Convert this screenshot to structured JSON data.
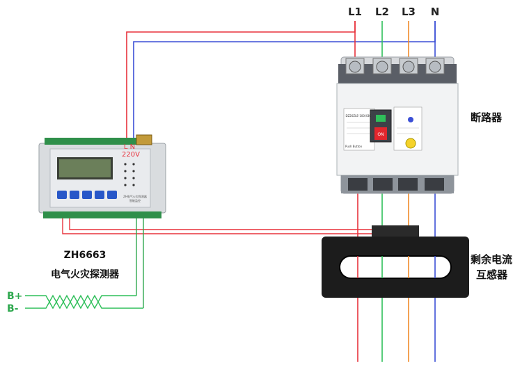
{
  "phases": [
    "L1",
    "L2",
    "L3",
    "N"
  ],
  "breaker": {
    "label": "断路器",
    "on_label": "ON",
    "rating_label": "DZ20ZLE-100/4300",
    "push_label": "Push Button"
  },
  "detector": {
    "model": "ZH6663",
    "name": "电气火灾探测器",
    "power_ln": "L  N",
    "power_voltage": "220V",
    "panel_text_1": "ZH电气火灾探测器",
    "panel_text_2": "智能监控"
  },
  "ct": {
    "label_line1": "剩余电流",
    "label_line2": "互感器"
  },
  "bus": {
    "b_plus": "B+",
    "b_minus": "B-"
  },
  "colors": {
    "L1": "#e8323c",
    "L2": "#2fbf5a",
    "L3": "#f08a2a",
    "N": "#3b4fd6",
    "signal_green": "#2fa84f",
    "twisted": "#2fbf5a"
  }
}
